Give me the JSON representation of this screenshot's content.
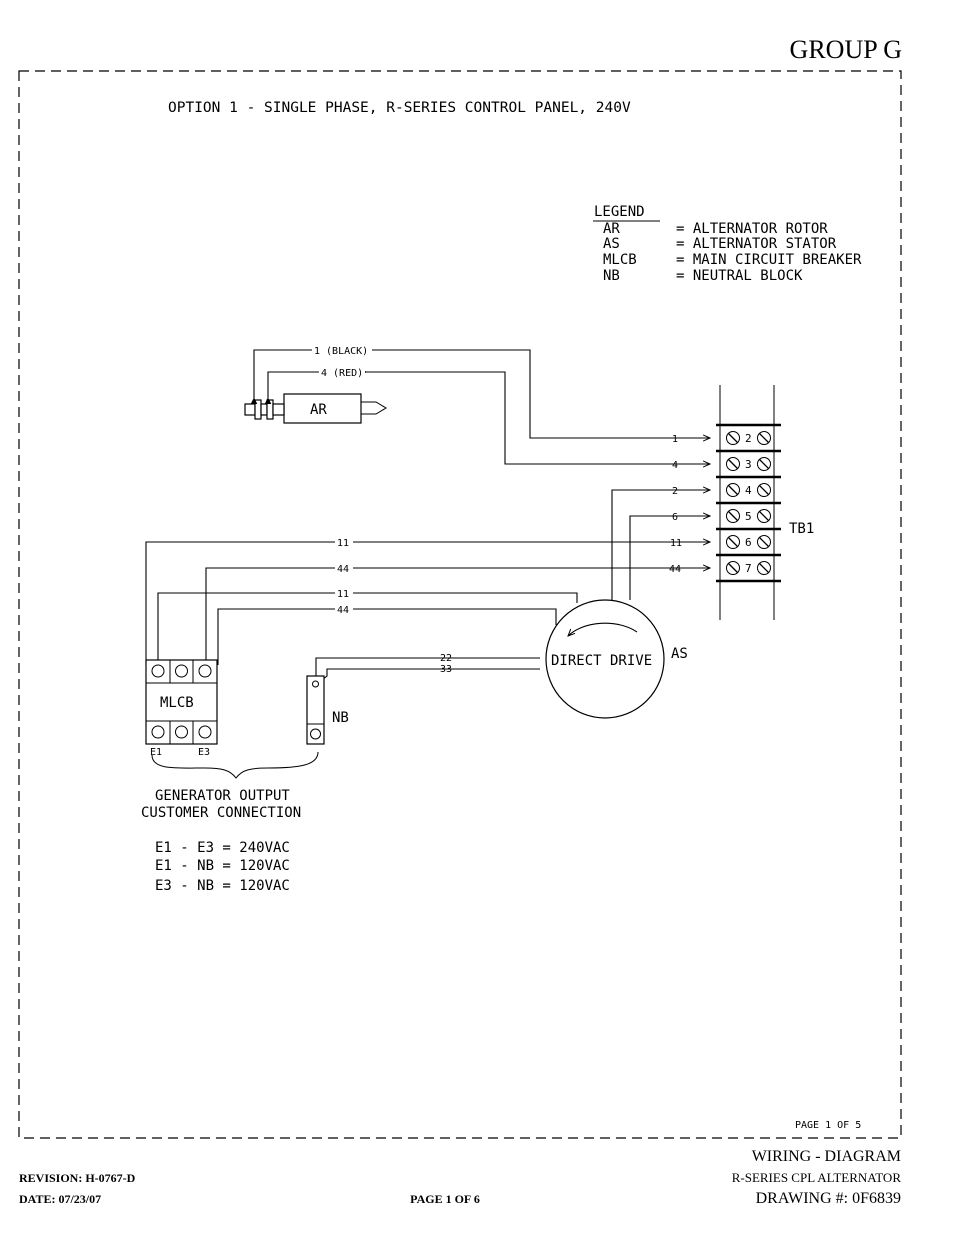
{
  "header": {
    "group": "GROUP G"
  },
  "diagram": {
    "title": "OPTION 1 - SINGLE PHASE, R-SERIES CONTROL PANEL, 240V",
    "legend": {
      "heading": "LEGEND",
      "entries": [
        {
          "abbr": "AR",
          "desc": "= ALTERNATOR ROTOR"
        },
        {
          "abbr": "AS",
          "desc": "= ALTERNATOR STATOR"
        },
        {
          "abbr": "MLCB",
          "desc": "= MAIN CIRCUIT BREAKER"
        },
        {
          "abbr": "NB",
          "desc": "= NEUTRAL BLOCK"
        }
      ]
    },
    "rotor": {
      "label": "AR",
      "wire_black": "1 (BLACK)",
      "wire_red": "4 (RED)"
    },
    "terminal_block": {
      "label": "TB1",
      "terminals": [
        {
          "num": "2",
          "wire": "1"
        },
        {
          "num": "3",
          "wire": "4"
        },
        {
          "num": "4",
          "wire": "2"
        },
        {
          "num": "5",
          "wire": "6"
        },
        {
          "num": "6",
          "wire": "11"
        },
        {
          "num": "7",
          "wire": "44"
        }
      ]
    },
    "wires": {
      "w11_top": "11",
      "w44_top": "44",
      "w11_low": "11",
      "w44_low": "44",
      "w22": "22",
      "w33": "33"
    },
    "stator": {
      "label": "DIRECT DRIVE",
      "tag": "AS"
    },
    "breaker": {
      "label": "MLCB",
      "e1": "E1",
      "e3": "E3"
    },
    "neutral": {
      "label": "NB"
    },
    "output": {
      "line1": "GENERATOR OUTPUT",
      "line2": "CUSTOMER CONNECTION",
      "v1": "E1 - E3 = 240VAC",
      "v2": "E1 - NB = 120VAC",
      "v3": "E3 - NB = 120VAC"
    },
    "inner_page": "PAGE 1 OF 5"
  },
  "footer": {
    "title": "WIRING - DIAGRAM",
    "product": "R-SERIES CPL ALTERNATOR",
    "drawing": "DRAWING #: 0F6839",
    "revision": "REVISION: H-0767-D",
    "date": "DATE: 07/23/07",
    "page": "PAGE 1 OF 6"
  }
}
